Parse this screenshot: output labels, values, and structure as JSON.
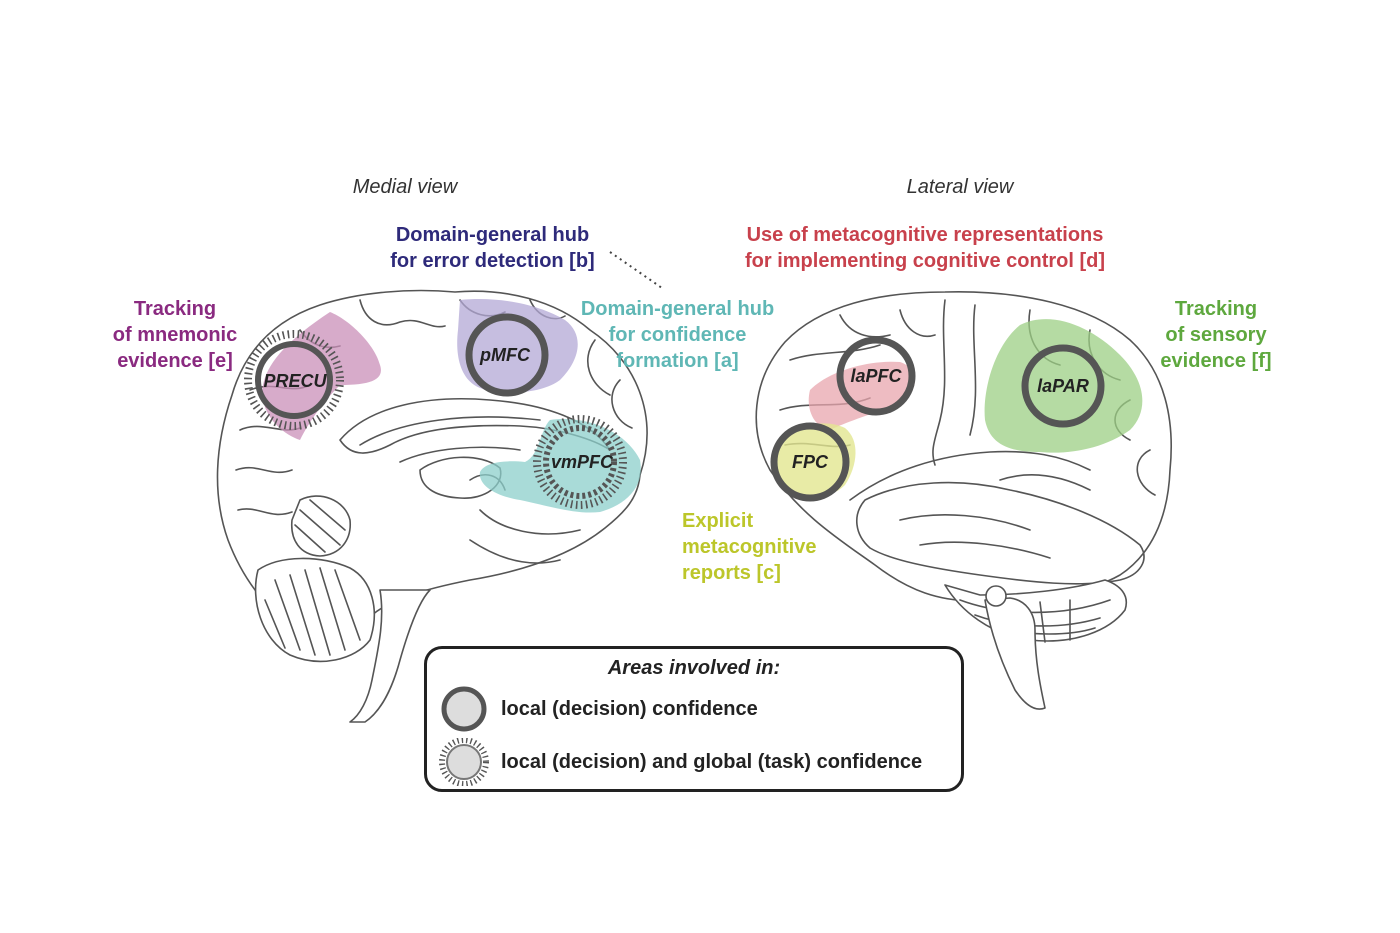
{
  "views": {
    "medial": "Medial view",
    "lateral": "Lateral view"
  },
  "annotations": {
    "error_hub": {
      "line1": "Domain-general hub",
      "line2": "for error detection [b]",
      "color": "#2e2a7a"
    },
    "confidence_hub": {
      "line1": "Domain-general hub",
      "line2": "for confidence",
      "line3": "formation [a]",
      "color": "#5fb7b5"
    },
    "mnemonic": {
      "line1": "Tracking",
      "line2": "of mnemonic",
      "line3": "evidence [e]",
      "color": "#8a2a80"
    },
    "control": {
      "line1": "Use of metacognitive representations",
      "line2": "for implementing cognitive control [d]",
      "color": "#c8414c"
    },
    "sensory": {
      "line1": "Tracking",
      "line2": "of sensory",
      "line3": "evidence [f]",
      "color": "#5ea83e"
    },
    "explicit": {
      "line1": "Explicit",
      "line2": "metacognitive",
      "line3": "reports [c]",
      "color": "#bcc62a"
    }
  },
  "regions": {
    "pmfc": "pMFC",
    "precu": "PRECU",
    "vmpfc": "vmPFC",
    "lapfc": "laPFC",
    "fpc": "FPC",
    "lapar": "laPAR"
  },
  "legend": {
    "title": "Areas involved in:",
    "local": "local (decision) confidence",
    "global": "local (decision) and global (task) confidence"
  },
  "colors": {
    "outline": "#555555",
    "ring": "#555555",
    "pmfc_fill": "#b3a8d6",
    "precu_fill": "#c98fb8",
    "vmpfc_fill": "#8ccfcb",
    "lapfc_fill": "#e8a6ae",
    "fpc_fill": "#e2e690",
    "lapar_fill": "#9ccf84"
  }
}
